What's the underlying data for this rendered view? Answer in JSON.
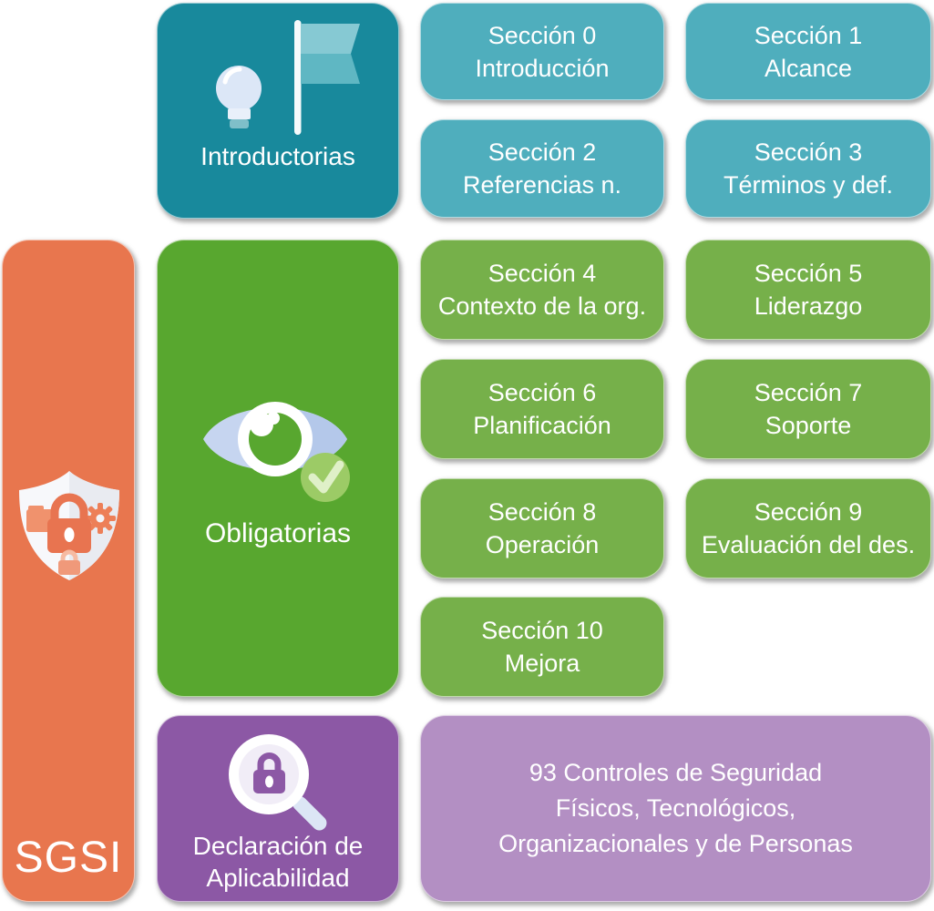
{
  "palette": {
    "orange": "#E8764E",
    "teal_dark": "#18899C",
    "teal_light": "#4FAEBD",
    "green_dark": "#58A72F",
    "green_light": "#76B04A",
    "purple_dark": "#8C58A5",
    "purple_light": "#B38FC3",
    "check_badge_green": "#9CCB66",
    "text": "#FFFFFF"
  },
  "root": {
    "label": "SGSI",
    "icon": "shield-lock-icon"
  },
  "groups": {
    "introductorias": {
      "label": "Introductorias",
      "icon": "flag-lightbulb-icon"
    },
    "obligatorias": {
      "label": "Obligatorias",
      "icon": "eye-check-icon"
    },
    "declaracion": {
      "label_line1": "Declaración de",
      "label_line2": "Aplicabilidad",
      "icon": "magnifier-lock-icon"
    }
  },
  "sections": [
    {
      "line1": "Sección 0",
      "line2": "Introducción"
    },
    {
      "line1": "Sección 1",
      "line2": "Alcance"
    },
    {
      "line1": "Sección 2",
      "line2": "Referencias n."
    },
    {
      "line1": "Sección 3",
      "line2": "Términos y def."
    },
    {
      "line1": "Sección 4",
      "line2": "Contexto de la org."
    },
    {
      "line1": "Sección 5",
      "line2": "Liderazgo"
    },
    {
      "line1": "Sección 6",
      "line2": "Planificación"
    },
    {
      "line1": "Sección 7",
      "line2": "Soporte"
    },
    {
      "line1": "Sección 8",
      "line2": "Operación"
    },
    {
      "line1": "Sección 9",
      "line2": "Evaluación del des."
    },
    {
      "line1": "Sección 10",
      "line2": "Mejora"
    }
  ],
  "controls": {
    "line1": "93 Controles de Seguridad",
    "line2": "Físicos, Tecnológicos,",
    "line3": "Organizacionales y de Personas"
  }
}
